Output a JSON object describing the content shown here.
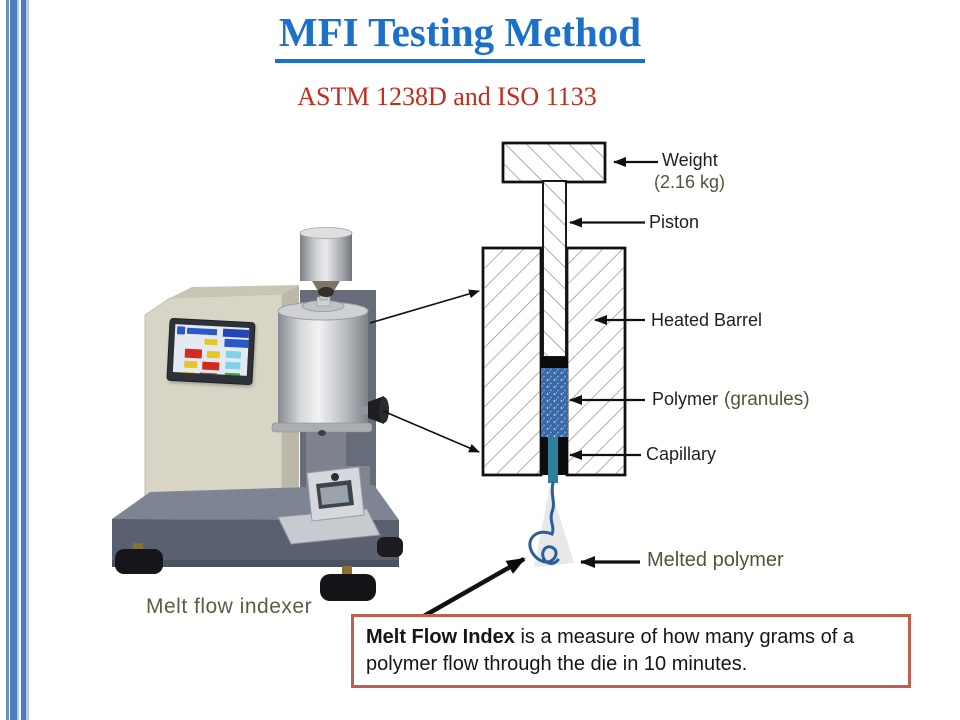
{
  "title": {
    "text": "MFI Testing Method"
  },
  "subtitle": {
    "text": "ASTM 1238D and ISO 1133"
  },
  "machine": {
    "caption": "Melt flow indexer"
  },
  "diagram": {
    "labels": {
      "weight": "Weight",
      "weight_value": "(2.16 kg)",
      "piston": "Piston",
      "heated_barrel": "Heated Barrel",
      "polymer": "Polymer",
      "polymer_note": "(granules)",
      "capillary": "Capillary",
      "melted_polymer": "Melted polymer"
    }
  },
  "note": {
    "bold": "Melt Flow Index",
    "rest": " is a measure of how many grams of a polymer flow through the die in 10 minutes."
  },
  "colors": {
    "title_blue": "#1b70c9",
    "subtitle_red": "#c42b1d",
    "olive": "#55523a",
    "box_border": "#c05f4a",
    "polymer_blue": "#3a69a8",
    "melt_blue": "#2a5d99",
    "tube_teal": "#2e7f9f",
    "stripe_blue": "#4d7cba",
    "stripe_light": "#b3c9e5",
    "label_black": "#1f1f1f"
  }
}
